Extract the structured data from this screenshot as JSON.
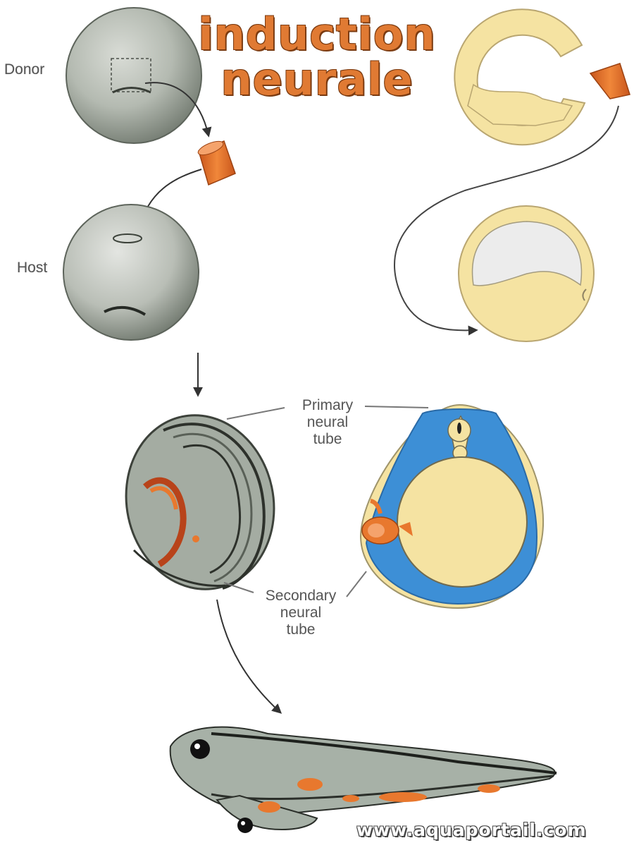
{
  "title": {
    "line1": "induction",
    "line2": "neurale"
  },
  "labels": {
    "donor": "Donor",
    "host": "Host",
    "primary": [
      "Primary",
      "neural",
      "tube"
    ],
    "secondary": [
      "Secondary",
      "neural",
      "tube"
    ]
  },
  "watermark": "www.aquaportail.com",
  "colors": {
    "title": "#e07a33",
    "graft": "#e8782e",
    "embryo": "#9aa69a",
    "yolk": "#f5e3a2",
    "neural_blue": "#3d8fd6"
  }
}
